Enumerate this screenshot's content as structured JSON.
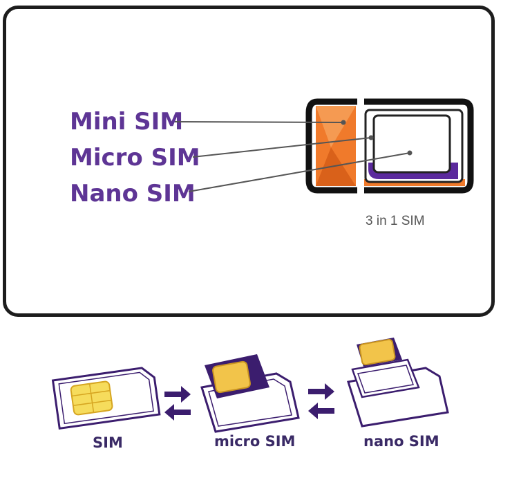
{
  "card": {
    "labels": {
      "mini": "Mini SIM",
      "micro": "Micro SIM",
      "nano": "Nano SIM"
    },
    "caption": "3 in 1 SIM"
  },
  "steps": {
    "sim": "SIM",
    "micro": "micro SIM",
    "nano": "nano SIM"
  },
  "colors": {
    "label_purple": "#5e3595",
    "sim_orange": "#f07a2b",
    "purple_dark": "#3b1d6e",
    "chip_gold": "#f2c44a"
  },
  "icons": [
    "arrow-right-icon",
    "arrow-left-icon"
  ]
}
